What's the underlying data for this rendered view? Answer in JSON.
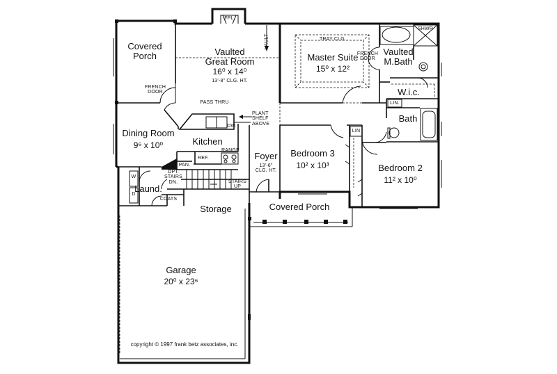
{
  "plan": {
    "rooms": {
      "covered_porch_top": {
        "name": "Covered\nPorch"
      },
      "great_room": {
        "name": "Vaulted\nGreat Room",
        "dims": "16⁰ x 14⁰",
        "note": "13'-8\" CLG. HT."
      },
      "master_suite": {
        "name": "Master Suite",
        "dims": "15⁰ x 12²",
        "note": "TRAY CLG."
      },
      "master_bath": {
        "name": "Vaulted\nM.Bath"
      },
      "wic": {
        "name": "W.i.c."
      },
      "bath": {
        "name": "Bath"
      },
      "dining_room": {
        "name": "Dining Room",
        "dims": "9⁶ x 10⁰"
      },
      "kitchen": {
        "name": "Kitchen"
      },
      "foyer": {
        "name": "Foyer",
        "note": "13'-6\"\nCLG. HT."
      },
      "bedroom_3": {
        "name": "Bedroom 3",
        "dims": "10² x 10³"
      },
      "bedroom_2": {
        "name": "Bedroom 2",
        "dims": "11² x 10⁰"
      },
      "laundry": {
        "name": "Laund."
      },
      "storage": {
        "name": "Storage"
      },
      "covered_porch_front": {
        "name": "Covered Porch"
      },
      "garage": {
        "name": "Garage",
        "dims": "20⁰ x 23⁶"
      }
    },
    "labels": {
      "fpl": "FPL.",
      "vault": "VAULT",
      "french_door_porch": "FRENCH\nDOOR",
      "french_door_master": "FRENCH\nDOOR",
      "shwr": "SHWR",
      "lin_bath": "LIN.",
      "lin_hall": "LIN",
      "pass_thru": "PASS THRU",
      "plant_shelf": "PLANT\nSHELF\nABOVE",
      "dw": "DW.",
      "range": "RANGE",
      "ref": "REF.",
      "pan": "PAN.",
      "opt_stairs": "OPT.\nSTAIRS\nDN.",
      "stairs_up": "STAIRS\nUP",
      "coats": "COATS",
      "washer": "W",
      "dryer": "D"
    },
    "copyright": "copyright  © 1997 frank betz associates, inc."
  }
}
